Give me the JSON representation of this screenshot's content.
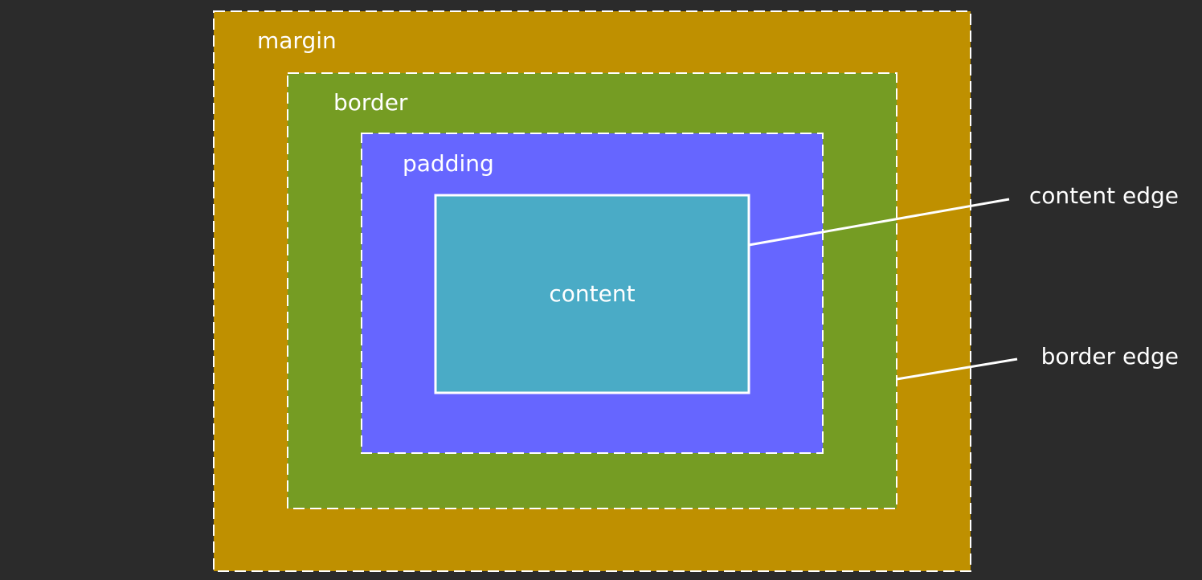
{
  "boxes": {
    "margin": {
      "label": "margin",
      "color": "#bf9000"
    },
    "border": {
      "label": "border",
      "color": "#759c23"
    },
    "padding": {
      "label": "padding",
      "color": "#6666ff"
    },
    "content": {
      "label": "content",
      "color": "#4aabc6"
    }
  },
  "callouts": {
    "content_edge": "content edge",
    "border_edge": "border edge"
  },
  "colors": {
    "background": "#2b2b2b",
    "outline": "#ffffff",
    "text": "#ffffff"
  }
}
